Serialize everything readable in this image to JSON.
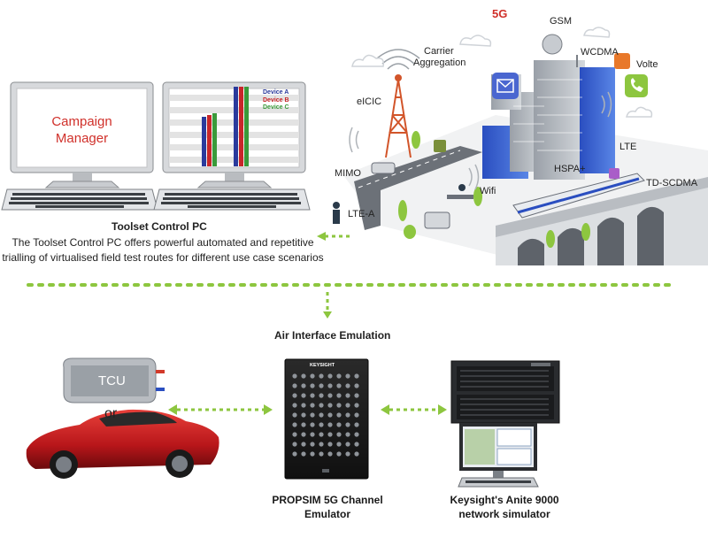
{
  "monitor_left": {
    "line1": "Campaign",
    "line2": "Manager"
  },
  "monitor_right": {
    "legend": [
      "Device A",
      "Device B",
      "Device C"
    ]
  },
  "toolset": {
    "title": "Toolset Control PC",
    "desc_line1": "The Toolset Control PC offers powerful automated and repetitive",
    "desc_line2": "trialling of virtualised field test routes for different use case scenarios"
  },
  "city": {
    "fiveg": "5G",
    "gsm": "GSM",
    "carrier1": "Carrier",
    "carrier2": "Aggregation",
    "wcdma": "WCDMA",
    "volte": "Volte",
    "eicic": "eICIC",
    "lte": "LTE",
    "hspa": "HSPA+",
    "mimo": "MIMO",
    "wifi": "Wifi",
    "tdscdma": "TD-SCDMA",
    "ltea": "LTE-A"
  },
  "air_interface": "Air Interface Emulation",
  "tcu": "TCU",
  "or": "or",
  "propsim": {
    "brand": "KEYSIGHT",
    "line1": "PROPSIM 5G Channel",
    "line2": "Emulator"
  },
  "anite": {
    "line1": "Keysight's Anite 9000",
    "line2": "network simulator"
  },
  "colors": {
    "accent_green": "#8dc63f",
    "device_a": "#2a3a9c",
    "device_b": "#c8262a",
    "device_c": "#3a9a3a",
    "campaign_red": "#d0302a"
  }
}
